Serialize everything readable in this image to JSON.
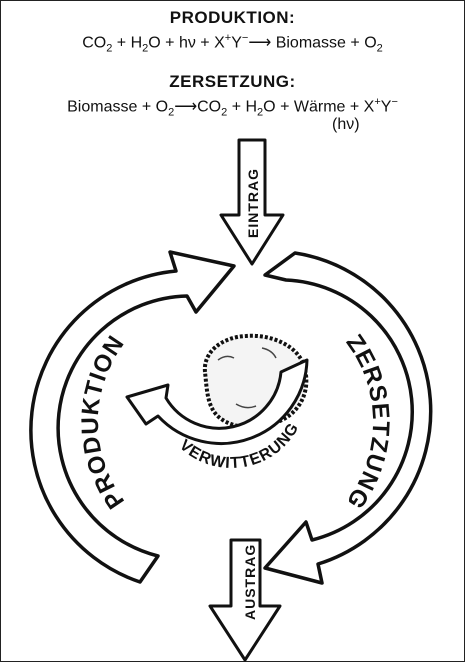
{
  "production": {
    "title": "PRODUKTION:",
    "equation": {
      "co2": "CO",
      "co2_sub": "2",
      "plus1": " + ",
      "h2o": "H",
      "h2o_sub": "2",
      "h2o_o": "O",
      "plus2": " + ",
      "hv": "hν",
      "plus3": " + ",
      "x": "X",
      "x_sup": "+",
      "y": "Y",
      "y_sup": "−",
      "arrow": "⟶",
      "biomasse": " Biomasse",
      "plus4": " + ",
      "o2": "O",
      "o2_sub": "2"
    }
  },
  "decomposition": {
    "title": "ZERSETZUNG:",
    "equation": {
      "biomasse": "Biomasse",
      "plus1": " + ",
      "o2": "O",
      "o2_sub": "2",
      "arrow": "⟶",
      "co2": "CO",
      "co2_sub": "2",
      "plus2": " + ",
      "h2o": "H",
      "h2o_sub": "2",
      "h2o_o": "O",
      "plus3": " + ",
      "waerme": "Wärme",
      "plus4": " + ",
      "x": "X",
      "x_sup": "+",
      "y": "Y",
      "y_sup": "−"
    },
    "hv_note": "(hν)"
  },
  "labels": {
    "eintrag": "EINTRAG",
    "austrag": "AUSTRAG",
    "produktion": "PRODUKTION",
    "zersetzung": "ZERSETZUNG",
    "verwitterung": "VERWITTERUNG"
  },
  "colors": {
    "ink": "#111111",
    "background": "#ffffff"
  }
}
